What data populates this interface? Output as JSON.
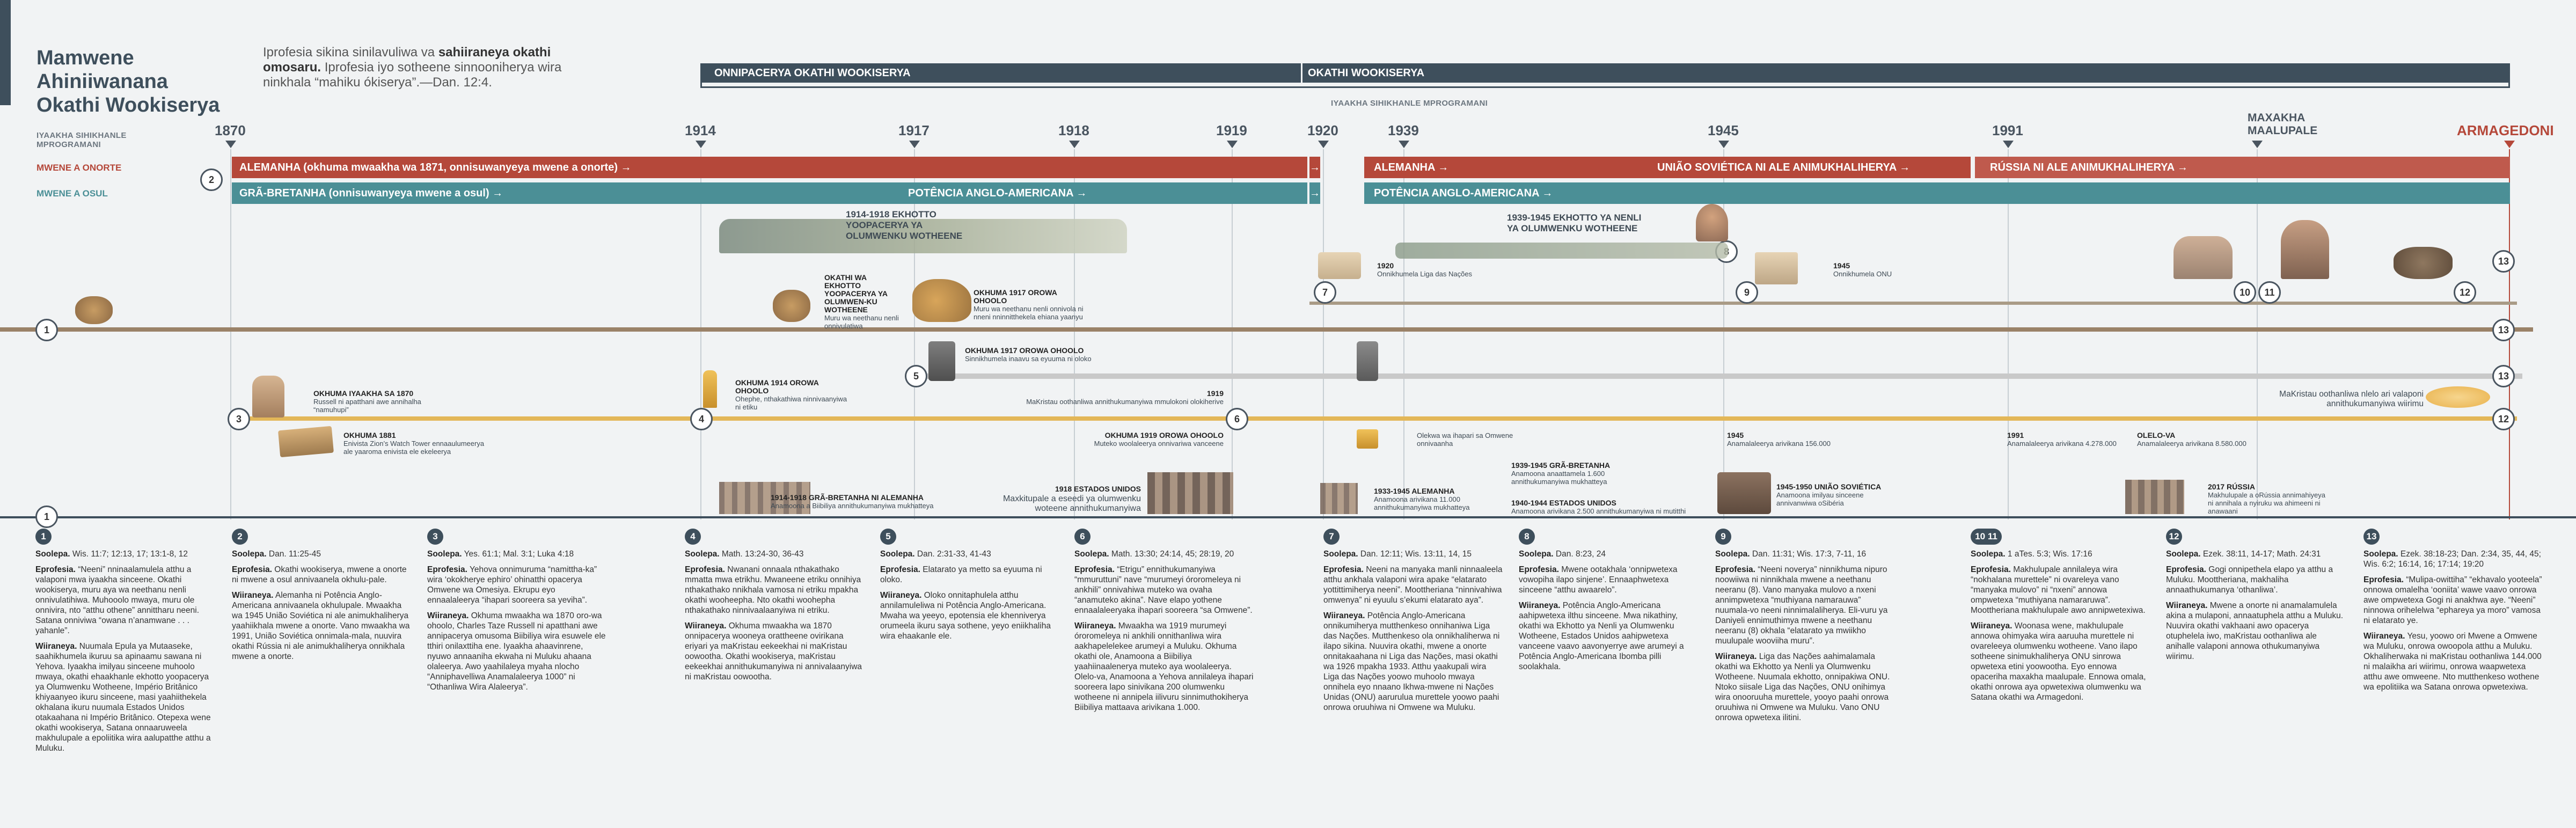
{
  "title": [
    "Mamwene",
    "Ahiniiwanana",
    "Okathi Wookiserya"
  ],
  "verse": {
    "text_before": "Iprofesia sikina sinilavuliwa va ",
    "bold": "sahiiraneya okathi omosaru.",
    "text_after": " Iprofesia iyo sotheene sinnooniherya wira ninkhala “mahiku ókiserya”.—Dan. 12:4."
  },
  "axis_caption_left": "IYAAKHA SIHIKHANLE MPROGRAMANI",
  "axis_caption_right": "IYAAKHA SIHIKHANLE MPROGRAMANI",
  "last_days": {
    "early": "ONNIPACERYA OKATHI WOOKISERYA",
    "late": "OKATHI WOOKISERYA"
  },
  "years": [
    "1870",
    "1914",
    "1917",
    "1918",
    "1919",
    "1920",
    "1939",
    "1945",
    "1991",
    "MAXAKHA MAALUPALE",
    "ARMAGEDONI"
  ],
  "rows": {
    "north": "MWENE A ONORTE",
    "south": "MWENE A OSUL"
  },
  "bars": {
    "north_1": "ALEMANHA (okhuma mwaakha wa 1871, onnisuwanyeya mwene a onorte) →",
    "north_2": "ALEMANHA →",
    "north_3": "UNIÃO SOVIÉTICA NI ALE ANIMUKHALIHERYA →",
    "north_4": "RÚSSIA NI ALE ANIMUKHALIHERYA →",
    "south_1": "GRÃ-BRETANHA (onnisuwanyeya mwene a osul) →",
    "south_2": "POTÊNCIA ANGLO-AMERICANA →",
    "south_3": "POTÊNCIA ANGLO-AMERICANA →"
  },
  "annotations": {
    "war1": "1914-1918 EKHOTTO YOOPACERYA YA OLUMWENKU WOTHEENE",
    "war2": "1939-1945 EKHOTTO YA NENLI YA OLUMWENKU WOTHEENE",
    "a1_title": "OKATHI WA EKHOTTO YOOPACERYA YA OLUMWEN-KU WOTHEENE",
    "a1_text": "Muru wa neethanu nenli onnivulatiwa",
    "a2_title": "OKHUMA 1917 OROWA OHOOLO",
    "a2_text": "Muru wa neethanu nenli onnivola ni nneni nninnitthekela ehiana yaanyu",
    "a3_title": "OKHUMA 1917 OROWA OHOOLO",
    "a3_text": "Sinnikhumela inaavu sa eyuuma ni oloko",
    "a4_title": "OKHUMA 1914 OROWA OHOOLO",
    "a4_text": "Ohephe, nthakathiwa ninnivaanyiwa ni etiku",
    "a5_title": "1919",
    "a5_text": "MaKristau oothanliwa annithukumanyiwa mmulokoni olokiherive",
    "a6_title": "OKHUMA 1919 OROWA OHOOLO",
    "a6_text": "Muteko woolaleerya onnivariwa vanceene",
    "a7_title": "OKHUMA IYAAKHA SA 1870",
    "a7_text": "Russell ni apatthani awe annihalha “namuhupi”",
    "a8_title": "OKHUMA 1881",
    "a8_text": "Enivista Zion’s Watch Tower ennaaulumeerya ale yaaroma enivista ele ekeleerya",
    "a9_title": "1914-1918 GRÃ-BRETANHA NI ALEMANHA",
    "a9_text": "Anamoona a Biibiliya annithukumanyiwa mukhatteya",
    "a10_title": "1918 ESTADOS UNIDOS",
    "a10_text": "Maxkitupale a eseedi ya olumwenku woteene annithukumanyiwa",
    "a11_title": "1920",
    "a11_text": "Onnikhumela Liga das Nações",
    "a12_title": "1945",
    "a12_text": "Onnikhumela ONU",
    "a13_text": "Olekwa wa ihapari sa Omwene onnivaanha",
    "a14_title": "1933-1945 ALEMANHA",
    "a14_text": "Anamoona arivikana 11.000 annithukumanyiwa mukhatteya",
    "a15_title": "1939-1945 GRÃ-BRETANHA",
    "a15_text": "Anamoona anaattamela 1.600 annithukumanyiwa mukhatteya",
    "a16_title": "1940-1944 ESTADOS UNIDOS",
    "a16_text": "Anamoona arivikana 2.500 annithukumanyiwa ni mutitthi",
    "a17_title": "1945",
    "a17_text": "Anamalaleerya arivikana 156.000",
    "a18_title": "1945-1950 UNIÃO SOVIÉTICA",
    "a18_text": "Anamoona imilyau sinceene annivanwiwa oSibéria",
    "a19_title": "1991",
    "a19_text": "Anamalaleerya arivikana 4.278.000",
    "a20_title": "OLELO-VA",
    "a20_text": "Anamalaleerya arivikana 8.580.000",
    "a21_title": "2017 RÚSSIA",
    "a21_text": "Makhulupale a oRússia annimahiyeya ni annihala a nyiruku wa ahimeeni ni anawaani",
    "a22_text": "MaKristau oothanliwa nlelo ari valaponi annithukumanyiwa wiirimu"
  },
  "columns": [
    {
      "n": "1",
      "s": "Soolepa.",
      "s_t": "Wis. 11:7; 12:13, 17; 13:1-8, 12",
      "e": "Eprofesia.",
      "e_t": "“Neeni” nninaalamulela atthu a valaponi mwa iyaakha sinceene. Okathi wookiserya, muru aya wa neethanu nenli onnivulatihiwa. Muhooolo mwaya, muru ole onnivira, nto “atthu othene” annittharu neeni. Satana onniviwa “owana n’anamwane . . . yahanle”.",
      "w": "Wiiraneya.",
      "w_t": "Nuumala Epula ya Mutaaseke, saahikhumela ikuruu sa apinaamu sawana ni Yehova. Iyaakha imilyau sinceene muhoolo mwaya, okathi ehaakhanle ekhotto yoopacerya ya Olumwenku Wotheene, Império Britânico khiyaanyeo ikuru sinceene, masi yaahiithekela okhalana ikuru nuumala Estados Unidos otakaahana ni Império Britânico. Otepexa wene okathi wookiserya, Satana onnaaruweela makhulupale a epoliitika wira aalupatthe atthu a Muluku."
    },
    {
      "n": "2",
      "s": "Soolepa.",
      "s_t": "Dan. 11:25-45",
      "e": "Eprofesia.",
      "e_t": "Okathi wookiserya, mwene a onorte ni mwene a osul annivaanela okhulu-pale.",
      "w": "Wiiraneya.",
      "w_t": "Alemanha ni Potência Anglo-Americana annivaanela okhulupale. Mwaakha wa 1945 União Soviética ni ale animukhaliherya yaahiikhala mwene a onorte. Vano mwaakha wa 1991, União Soviética onnimala-mala, nuuvira okathi Rússia ni ale animukhaliherya onnikhala mwene a onorte."
    },
    {
      "n": "3",
      "s": "Soolepa.",
      "s_t": "Yes. 61:1; Mal. 3:1; Luka 4:18",
      "e": "Eprofesia.",
      "e_t": "Yehova onnimuruma “namittha-ka” wira ‘okokherye ephiro’ ohinatthi opacerya Omwene wa Omesiya. Ekrupu eyo ennaalaleerya “ihapari sooreera sa yeviha”.",
      "w": "Wiiraneya.",
      "w_t": "Okhuma mwaakha wa 1870 oro-wa ohoolo, Charles Taze Russell ni apatthani awe annipacerya omusoma Biibiliya wira esuwele ele tthiri onilaxttiha ene. Iyaakha ahaavinrene, nyuwo annaaniha ekwaha ni Muluku ahaana olaleerya. Awo yaahilaleya myaha nlocho “Anniphavelliwa Anamalaleerya 1000” ni “Othanliwa Wira Alaleerya”."
    },
    {
      "n": "4",
      "s": "Soolepa.",
      "s_t": "Math. 13:24-30, 36-43",
      "e": "Eprofesia.",
      "e_t": "Nwanani onnaala nthakathako mmatta mwa etrikhu. Mwaneene etriku onnihiya nthakathako nnikhala vamosa ni etriku mpakha okathi wooheepha. Nto okathi woohepha nthakathako ninnivaalaanyiwa ni etriku.",
      "w": "Wiiraneya.",
      "w_t": "Okhuma mwaakha wa 1870 onnipacerya wooneya orattheene ovirikana eriyari ya maKristau eekeekhai ni maKristau oowootha. Okathi wookiserya, maKristau eekeekhai annithukumanyiwa ni annivalaanyiwa ni maKristau oowootha."
    },
    {
      "n": "5",
      "s": "Soolepa.",
      "s_t": "Dan. 2:31-33, 41-43",
      "e": "Eprofesia.",
      "e_t": "Elatarato ya metto sa eyuuma ni oloko.",
      "w": "Wiiraneya.",
      "w_t": "Oloko onnitaphulela atthu annilamuleliwa ni Potência Anglo-Americana. Mwaha wa yeeyo, epotensia ele khenniverya orumeela ikuru saya sothene, yeyo eniikhaliha wira ehaakanle ele."
    },
    {
      "n": "6",
      "s": "Soolepa.",
      "s_t": "Math. 13:30; 24:14, 45; 28:19, 20",
      "e": "Eprofesia.",
      "e_t": "“Etrigu” ennithukumanyiwa “mmuruttuni” nave “murumeyi óroromeleya ni ankhili” onnivahiwa muteko wa ovaha “anamuteko akina”. Nave elapo yothene ennaalaleeryaka ihapari sooreera “sa Omwene”.",
      "w": "Wiiraneya.",
      "w_t": "Mwaakha wa 1919 murumeyi óroromeleya ni ankhili onnithanliwa wira aakhapelelekee arumeyi a Muluku. Okhuma okathi ole, Anamoona a Biibiliya yaahiinaalenerya muteko aya woolaleerya. Olelo-va, Anamoona a Yehova annilaleya ihapari sooreera lapo sinivikana 200 olumwenku wotheene ni annipela iilivuru sinnimuthokiherya Biibiliya mattaava arivikana 1.000."
    },
    {
      "n": "7",
      "s": "Soolepa.",
      "s_t": "Dan. 12:11; Wis. 13:11, 14, 15",
      "e": "Eprofesia.",
      "e_t": "Neeni na manyaka manli ninnaaleela atthu ankhala valaponi wira apake “elatarato yottittimiherya neeni”. Moottheriana “ninnivahiwa omwenya” ni eyuulu s’ekumi elatarato aya”.",
      "w": "Wiiraneya.",
      "w_t": "Potência Anglo-Americana onnikumiherya mutthenkeso onnihaniwa Liga das Nações. Mutthenkeso ola onnikhaliherwa ni ilapo sikina. Nuuvira okathi, mwene a onorte onnitakaahana ni Liga das Nações, masi okathi wa 1926 mpakha 1933. Atthu yaakupali wira Liga das Nações yoowo muhoolo mwaya onnihela eyo nnaano Ikhwa-mwene ni Nações Unidas (ONU) aarurulua murettele yoowo paahi onrowa oruuhiwa ni Omwene wa Muluku."
    },
    {
      "n": "8",
      "s": "Soolepa.",
      "s_t": "Dan. 8:23, 24",
      "e": "Eprofesia.",
      "e_t": "Mwene ootakhala ‘onnipwetexa vowopiha ilapo sinjene’. Ennaaphwetexa sinceene “atthu awaarelo”.",
      "w": "Wiiraneya.",
      "w_t": "Potência Anglo-Americana aahipwetexa ilthu sinceene. Mwa nikathiny, okathi wa Ekhotto ya Nenli ya Olumwenku Wotheene, Estados Unidos aahipwetexa vanceene vaavo aavonyerrye awe arumeyi a Potência Anglo-Americana Ibomba pilli soolakhala."
    },
    {
      "n": "9",
      "s": "Soolepa.",
      "s_t": "Dan. 11:31; Wis. 17:3, 7-11, 16",
      "e": "Eprofesia.",
      "e_t": "“Neeni noverya” ninnikhuma nipuro noowiiwa ni ninnikhala mwene a neethanu neeranu (8). Vano manyaka mulovo a nxeni annimpwetexa “muthiyana namarauwa” nuumala-vo neeni ninnimalaliherya. Eli-vuru ya Daniyeli ennimuthimya mwene a neethanu neeranu (8) okhala “elatarato ya mwiikho muulupale wooviiha muru”.",
      "w": "Wiiraneya.",
      "w_t": "Liga das Nações aahimalamala okathi wa Ekhotto ya Nenli ya Olumwenku Wotheene. Nuumala ekhotto, onnipakiwa ONU. Ntoko siisale Liga das Nações, ONU onihimya wira onooruuha murettele, yooyo paahi onrowa oruuhiwa ni Omwene wa Muluku. Vano ONU onrowa opwetexa ilitini."
    },
    {
      "n": "10 11",
      "s": "Soolepa.",
      "s_t": "1 aTes. 5:3; Wis. 17:16",
      "e": "Eprofesia.",
      "e_t": "Makhulupale annilaleya wira “nokhalana murettele” ni ovareleya vano “manyaka mulovo” ni “nxeni” annowa ompwetexa “muthiyana namararuwa”. Moottheriana makhulupale awo annipwetexiwa.",
      "w": "Wiiraneya.",
      "w_t": "Woonasa wene, makhulupale annowa ohimyaka wira aaruuha murettele ni ovareleeya olumwenku wotheene. Vano ilapo sotheene sinimukhaliherya ONU sinrowa opwetexa etini yoowootha. Eyo ennowa opaceriha maxakha maalupale. Ennowa omala, okathi onrowa aya opwetexiwa olumwenku wa Satana okathi wa Armagedoni."
    },
    {
      "n": "12",
      "s": "Soolepa.",
      "s_t": "Ezek. 38:11, 14-17; Math. 24:31",
      "e": "Eprofesia.",
      "e_t": "Gogi onnipethela elapo ya atthu a Muluku. Moottheriana, makhaliha annaathukumanya ‘othanliwa’.",
      "w": "Wiiraneya.",
      "w_t": "Mwene a onorte ni anamalamulela akina a mulaponi, annaatuphela atthu a Muluku. Nuuvira okathi vakhaani awo opacerya otuphelela iwo, maKristau oothanliwa ale anihalle valaponi annowa othukumanyiwa wiirimu."
    },
    {
      "n": "13",
      "s": "Soolepa.",
      "s_t": "Ezek. 38:18-23; Dan. 2:34, 35, 44, 45; Wis. 6:2; 16:14, 16; 17:14; 19:20",
      "e": "Eprofesia.",
      "e_t": "“Mulipa-owittiha” “ekhavalo yooteela” onnowa omalelha ‘ooniita’ wawe vaavo onrowa awe ompwetexa Gogi ni anakhwa aye. “Neeni” ninnowa orihelelwa “ephareya ya moro” vamosa ni elatarato ye.",
      "w": "Wiiraneya.",
      "w_t": "Yesu, yoowo ori Mwene a Omwene wa Muluku, onrowa owoopola atthu a Muluku. Okhaliherwaka ni maKristau oothanliwa 144.000 ni malaikha ari wiirimu, onrowa waapwetexa atthu awe omweene. Nto mutthenkeso wothene wa epolitiika wa Satana onrowa opwetexiwa."
    }
  ]
}
